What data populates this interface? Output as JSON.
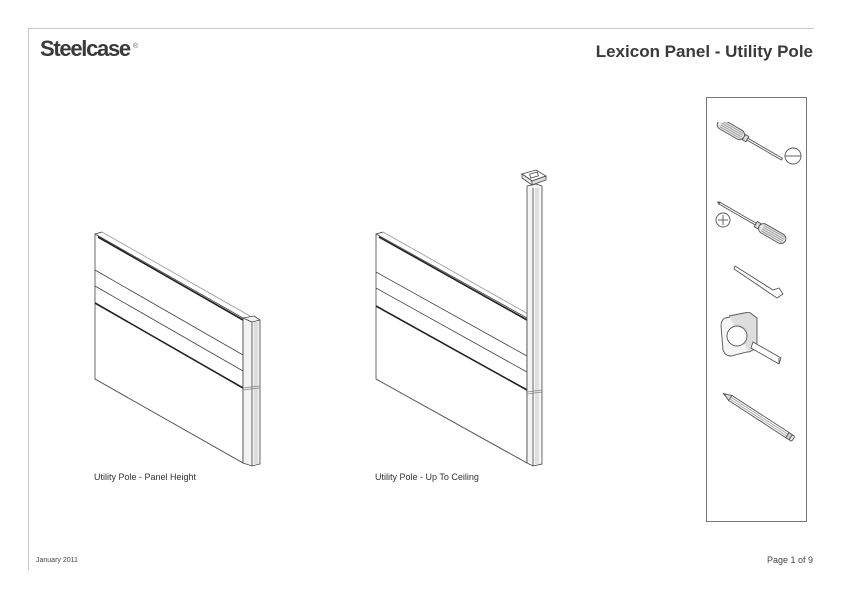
{
  "header": {
    "brand": "Steelcase",
    "brand_mark": "®",
    "title": "Lexicon Panel - Utility Pole"
  },
  "figures": [
    {
      "id": "panel-height",
      "caption": "Utility Pole - Panel Height"
    },
    {
      "id": "up-to-ceiling",
      "caption": "Utility Pole - Up To Ceiling"
    }
  ],
  "tools": [
    {
      "name": "flathead-screwdriver",
      "icon": "flathead-screwdriver-icon"
    },
    {
      "name": "phillips-screwdriver",
      "icon": "phillips-screwdriver-icon"
    },
    {
      "name": "allen-wrench",
      "icon": "allen-wrench-icon"
    },
    {
      "name": "tape-measure",
      "icon": "tape-measure-icon"
    },
    {
      "name": "pencil",
      "icon": "pencil-icon"
    }
  ],
  "footer": {
    "date": "January 2011",
    "page": "Page 1 of 9"
  }
}
